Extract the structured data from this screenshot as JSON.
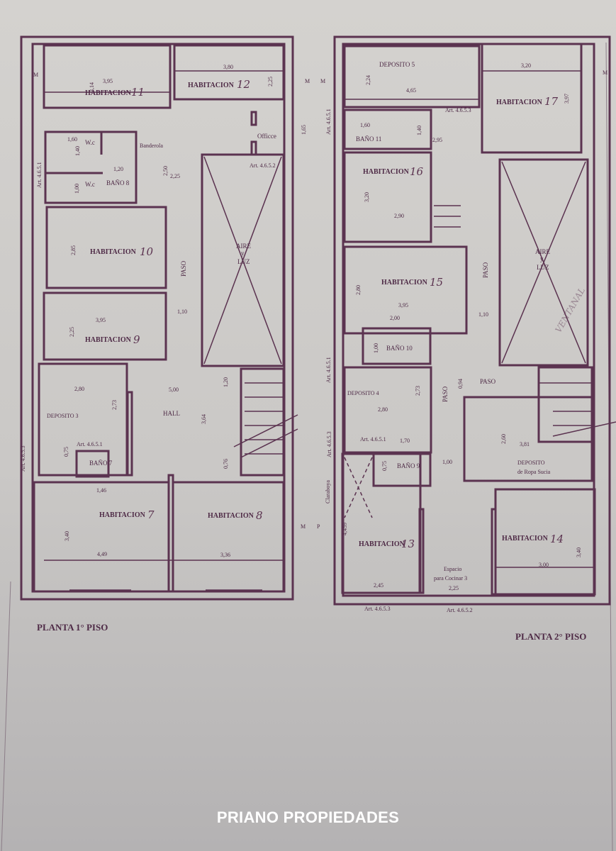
{
  "footer": "PRIANO PROPIEDADES",
  "left_plan": {
    "title": "PLANTA 1° PISO",
    "rooms": {
      "hab11": "HABITACION",
      "hab11_n": "11",
      "hab12": "HABITACION",
      "hab12_n": "12",
      "bano8": "BAÑO 8",
      "wc1": "W.c",
      "wc2": "W.c",
      "banderola": "Banderola",
      "office": "Officce",
      "hab10": "HABITACION",
      "hab10_n": "10",
      "hab9": "HABITACION",
      "hab9_n": "9",
      "aire": "AIRE",
      "y": "y",
      "luz": "LUZ",
      "paso": "PASO",
      "deposito3": "DEPOSITO 3",
      "hall": "HALL",
      "bano7": "BAÑO 7",
      "hab7": "HABITACION",
      "hab7_n": "7",
      "hab8": "HABITACION",
      "hab8_n": "8"
    },
    "notes": [
      "Art. 4.6.5.2",
      "Art. 4.6.5.1",
      "Art. 4.6.5.3",
      "Art. 4.6.5.1"
    ],
    "markers": [
      "M",
      "M",
      "M"
    ],
    "dims": [
      "3,95",
      "3,14",
      "3,80",
      "2,25",
      "1,60",
      "1,40",
      "1,20",
      "1,00",
      "2,50",
      "2,25",
      "1,65",
      "2,85",
      "3,95",
      "2,25",
      "1,10",
      "2,80",
      "5,00",
      "2,73",
      "1,20",
      "3,64",
      "0,75",
      "0,76",
      "1,46",
      "3,40",
      "4,49",
      "3,36"
    ]
  },
  "right_plan": {
    "title": "PLANTA 2° PISO",
    "rooms": {
      "deposito5": "DEPOSITO 5",
      "hab17": "HABITACION",
      "hab17_n": "17",
      "bano11": "BAÑO 11",
      "hab16": "HABITACION",
      "hab16_n": "16",
      "hab15": "HABITACION",
      "hab15_n": "15",
      "bano10": "BAÑO 10",
      "aire": "AIRE",
      "y": "y",
      "luz": "LUZ",
      "paso1": "PASO",
      "paso2": "PASO",
      "paso3": "PASO",
      "deposito4": "DEPOSITO 4",
      "bano9": "BAÑO 9",
      "deposito_ropa1": "DEPOSITO",
      "deposito_ropa2": "de Ropa Sucia",
      "claraboya": "Claraboya",
      "hab13": "HABITACION",
      "hab13_n": "13",
      "cocinar1": "Espacio",
      "cocinar2": "para Cocinar 3",
      "hab14": "HABITACION",
      "hab14_n": "14",
      "ventanal": "VENTANAL"
    },
    "notes": [
      "Art. 4.6.5.3",
      "Art. 4.6.5.1",
      "Art. 4.6.5.1",
      "Art. 4.6.5.3",
      "Art. 4.6.5.1",
      "Art. 4.6.5.3",
      "Art. 4.6.5.2"
    ],
    "markers": [
      "M",
      "M",
      "P"
    ],
    "dims": [
      "2,24",
      "4,65",
      "3,20",
      "3,97",
      "1,60",
      "1,40",
      "2,95",
      "3,20",
      "2,90",
      "2,80",
      "3,95",
      "2,00",
      "1,10",
      "1,00",
      "0,94",
      "2,73",
      "2,80",
      "1,70",
      "0,75",
      "1,00",
      "2,60",
      "3,81",
      "4,459",
      "3,40",
      "3,00",
      "2,45",
      "2,25"
    ]
  },
  "colors": {
    "ink": "#5b3350",
    "footer_text": "#ffffff"
  }
}
